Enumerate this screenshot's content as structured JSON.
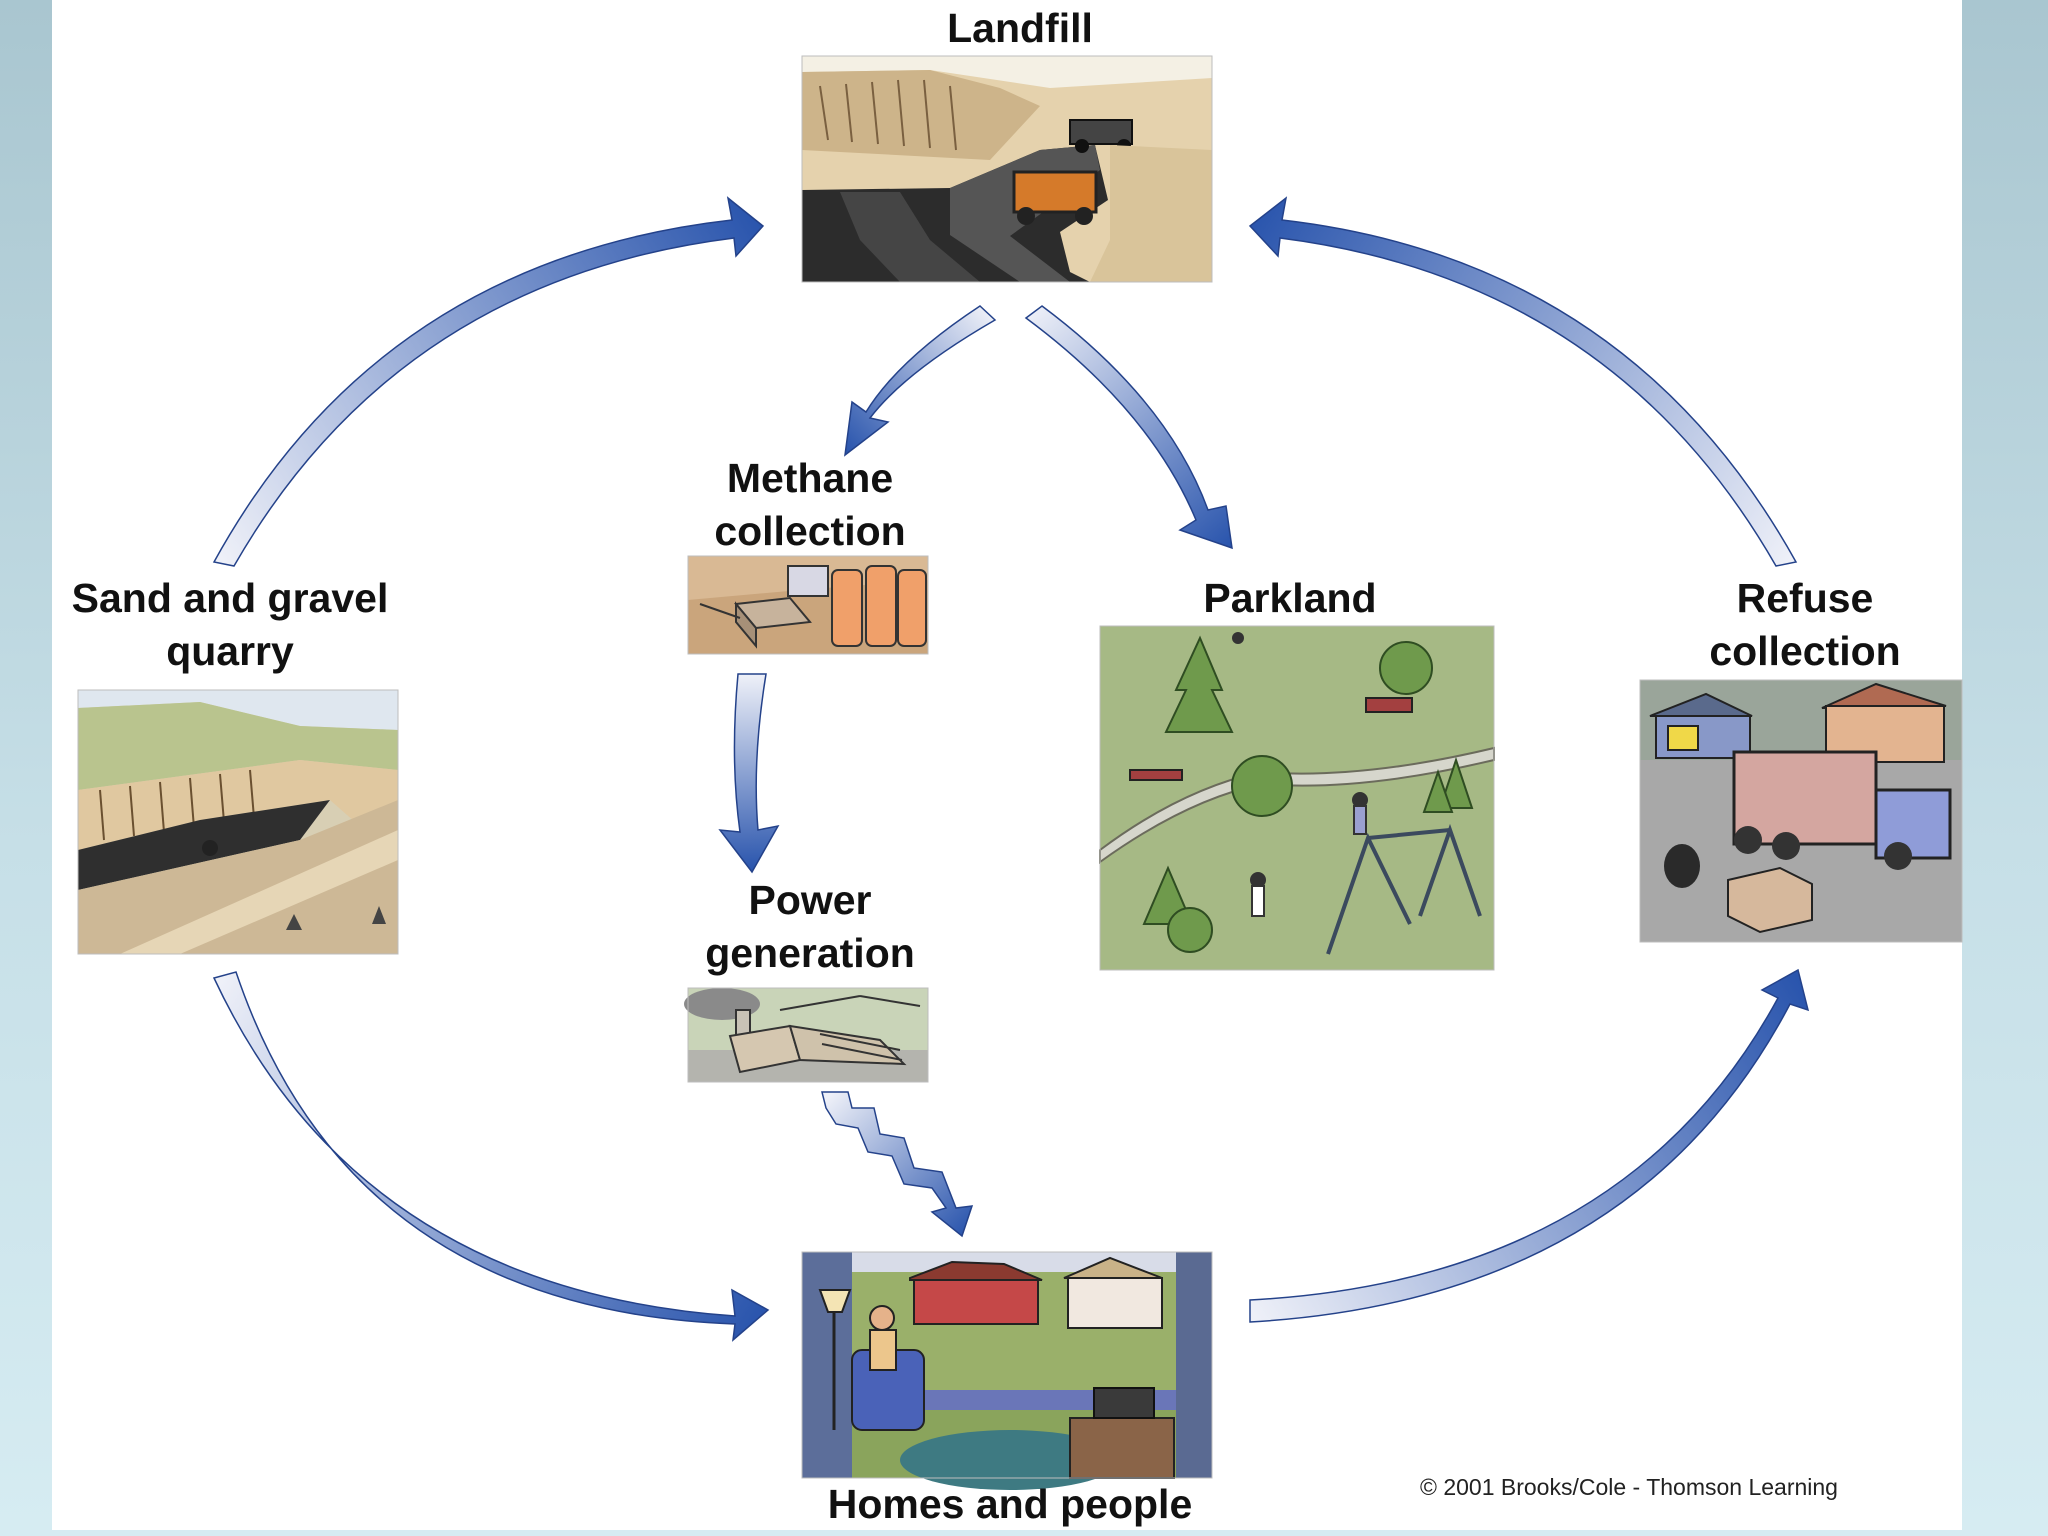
{
  "nodes": {
    "landfill": {
      "label": "Landfill"
    },
    "methane": {
      "label_line1": "Methane",
      "label_line2": "collection"
    },
    "quarry": {
      "label_line1": "Sand and gravel",
      "label_line2": "quarry"
    },
    "parkland": {
      "label": "Parkland"
    },
    "refuse": {
      "label_line1": "Refuse",
      "label_line2": "collection"
    },
    "power": {
      "label_line1": "Power",
      "label_line2": "generation"
    },
    "homes": {
      "label": "Homes and people"
    }
  },
  "copyright": "© 2001 Brooks/Cole - Thomson Learning",
  "colors": {
    "arrow_dark": "#2a55ad",
    "arrow_light": "#eef0f8",
    "illustration_ground": "#e3cfa8",
    "park_grass": "#a6b985"
  }
}
